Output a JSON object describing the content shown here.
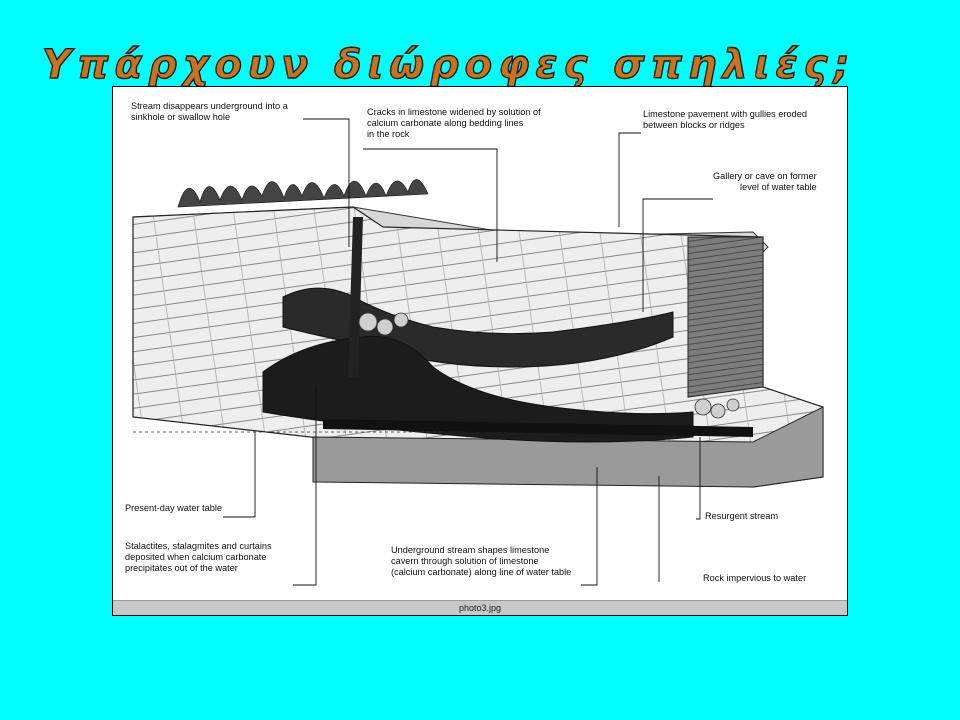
{
  "slide": {
    "title": "Υπάρχουν διώροφες σπηλιές;",
    "background_color": "#00ffff",
    "title_color": "#c9731f"
  },
  "figure": {
    "filename": "photo3.jpg",
    "labels": {
      "sinkhole": "Stream disappears underground into a\nsinkhole or swallow hole",
      "cracks": "Cracks in limestone widened by solution of\ncalcium carbonate along bedding lines\nin the rock",
      "pavement": "Limestone pavement with gullies eroded\nbetween blocks or ridges",
      "gallery": "Gallery or cave on former\nlevel of water table",
      "water_table": "Present-day water table",
      "stalactites": "Stalactites, stalagmites and curtains\ndeposited when calcium carbonate\nprecipitates out of the water",
      "underground_stream": "Underground stream shapes limestone\ncavern through solution of limestone\n(calcium carbonate) along line of water table",
      "resurgent": "Resurgent stream",
      "impervious": "Rock impervious to water"
    }
  }
}
